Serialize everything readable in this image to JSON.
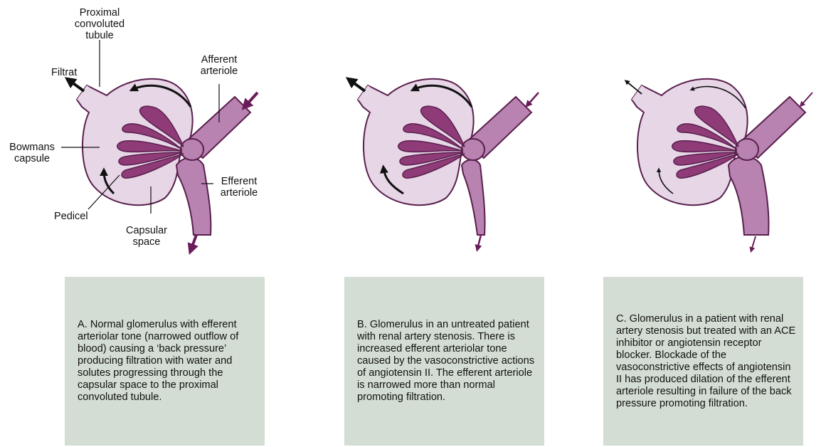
{
  "colors": {
    "capsule_fill": "#e6d6e6",
    "outline": "#5a1f4d",
    "pedicel_fill": "#8e3b78",
    "arteriole_fill": "#b883b0",
    "flow_arrow": "#6a1c5a",
    "caption_bg": "#d3ddd3"
  },
  "labels": {
    "proximal_tubule": "Proximal convoluted tubule",
    "filtrat": "Filtrat",
    "afferent": "Afferent arteriole",
    "bowmans": "Bowmans capsule",
    "efferent": "Efferent arteriole",
    "pedicel": "Pedicel",
    "capsular_space": "Capsular space"
  },
  "panels": [
    {
      "id": "A",
      "caption": "A. Normal glomerulus with efferent arteriolar tone (narrowed outflow of blood) causing a ‘back pressure’ producing filtration with water and solutes progressing through the capsular space to the proximal convoluted tubule."
    },
    {
      "id": "B",
      "caption": "B. Glomerulus in an untreated patient with renal artery stenosis. There is increased efferent arteriolar tone caused by the vasoconstrictive actions of angiotensin II. The efferent arteriole is narrowed more than normal promoting filtration."
    },
    {
      "id": "C",
      "caption": "C. Glomerulus in a patient with renal artery stenosis but treated with an ACE inhibitor or angiotensin receptor blocker. Blockade of the vasoconstrictive effects of angiotensin II has produced dilation of the efferent arteriole resulting in failure of the back pressure promoting filtration."
    }
  ]
}
